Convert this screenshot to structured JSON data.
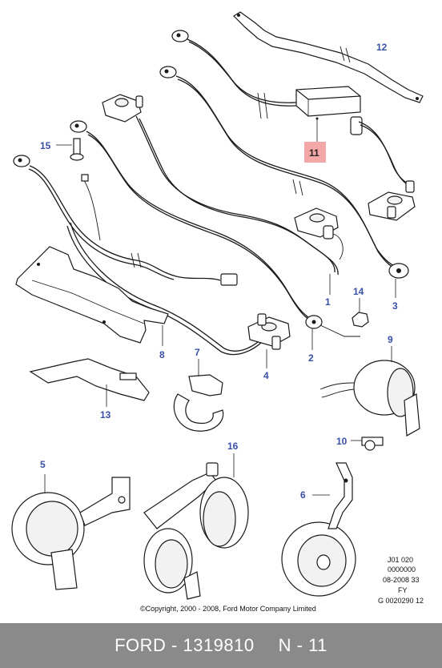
{
  "labels": {
    "l1": "1",
    "l2": "2",
    "l3": "3",
    "l4": "4",
    "l5": "5",
    "l6": "6",
    "l7": "7",
    "l8": "8",
    "l9": "9",
    "l10": "10",
    "l11": "11",
    "l12": "12",
    "l13": "13",
    "l14": "14",
    "l15": "15",
    "l16": "16"
  },
  "highlight_color": "#f4a7a7",
  "label_color": "#3a4fa8",
  "code_block": [
    "J01 020",
    "0000000",
    "08-2008 33",
    "FY",
    "G 0020290 12"
  ],
  "copyright": "©Copyright, 2000 - 2008, Ford Motor Company Limited",
  "footer": {
    "brand": "FORD - 1319810",
    "ref": "N - 11"
  }
}
